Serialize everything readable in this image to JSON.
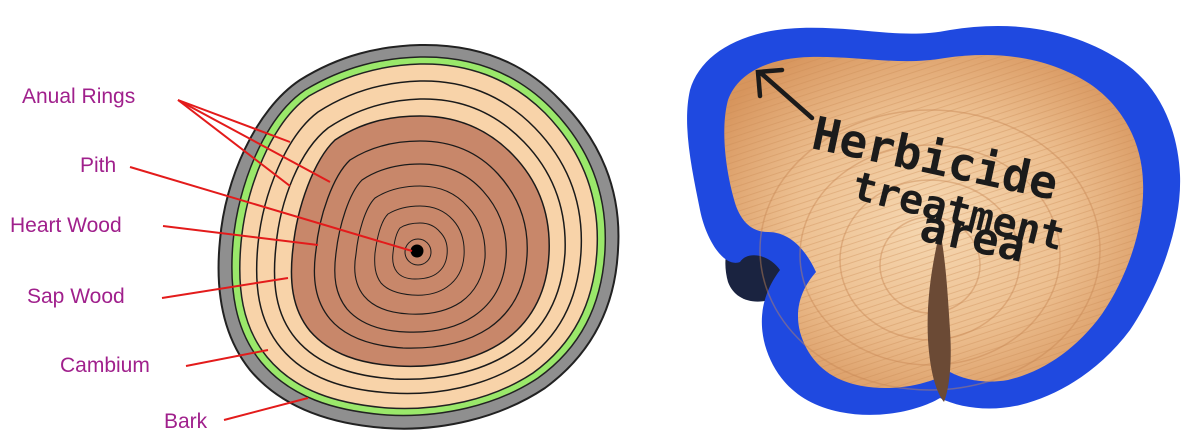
{
  "diagram": {
    "labels": {
      "annual_rings": "Anual Rings",
      "pith": "Pith",
      "heart_wood": "Heart Wood",
      "sap_wood": "Sap Wood",
      "cambium": "Cambium",
      "bark": "Bark"
    }
  },
  "photo": {
    "handwritten": {
      "line1": "Herbicide",
      "line2": "treatment",
      "line3": "area"
    }
  },
  "colors": {
    "label_text": "#A0208C",
    "leader_line": "#E31B1B",
    "bark": "#8F8F8F",
    "cambium": "#9AE86A",
    "sap_wood": "#F8D3A9",
    "heart_wood": "#C8876A",
    "ring_line": "#1a1a1a",
    "paint_blue": "#1F49E0",
    "wood_light": "#F2CDA4",
    "wood_mid": "#D9A06B",
    "ink": "#1b1b1b"
  }
}
